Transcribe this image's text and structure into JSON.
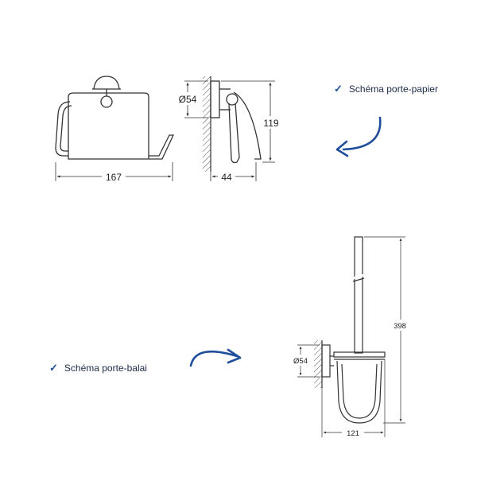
{
  "captions": {
    "paper": "Schéma porte-papier",
    "brush": "Schéma porte-balai"
  },
  "icons": {
    "check": "check-icon",
    "arrow": "curved-arrow-icon"
  },
  "colors": {
    "accent": "#1f4e9a",
    "line": "#333333"
  },
  "paper_holder": {
    "width_label": "167",
    "depth_label": "44",
    "height_label": "119",
    "diameter_label": "Ø54"
  },
  "brush_holder": {
    "height_label": "398",
    "width_label": "121",
    "diameter_label": "Ø54"
  }
}
